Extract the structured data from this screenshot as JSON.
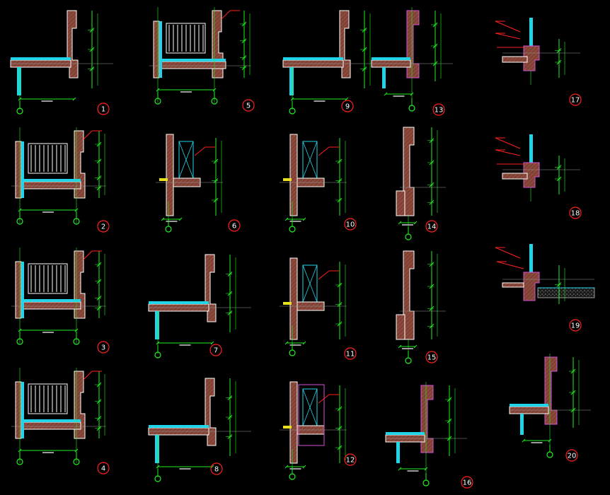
{
  "drawing": {
    "colors": {
      "background": "#000000",
      "line_green": "#22ee22",
      "wall_brown": "#8b4a3c",
      "magenta": "#d94fd9",
      "cyan": "#22d4e8",
      "white": "#ffffff",
      "red": "#ff2020",
      "grey": "#9a9a9a",
      "yellow": "#e8e020"
    },
    "details": [
      {
        "number": "1",
        "variant": "parapet-slab"
      },
      {
        "number": "2",
        "variant": "railing"
      },
      {
        "number": "3",
        "variant": "railing"
      },
      {
        "number": "4",
        "variant": "railing"
      },
      {
        "number": "5",
        "variant": "railing-wide"
      },
      {
        "number": "6",
        "variant": "window"
      },
      {
        "number": "7",
        "variant": "parapet-slab"
      },
      {
        "number": "8",
        "variant": "parapet-slab"
      },
      {
        "number": "9",
        "variant": "parapet-slab"
      },
      {
        "number": "10",
        "variant": "window"
      },
      {
        "number": "11",
        "variant": "window"
      },
      {
        "number": "12",
        "variant": "window-magenta"
      },
      {
        "number": "13",
        "variant": "magenta-parapet"
      },
      {
        "number": "14",
        "variant": "tall-wall"
      },
      {
        "number": "15",
        "variant": "tall-wall"
      },
      {
        "number": "16",
        "variant": "magenta-parapet"
      },
      {
        "number": "17",
        "variant": "magenta-small"
      },
      {
        "number": "18",
        "variant": "magenta-small"
      },
      {
        "number": "19",
        "variant": "ground"
      },
      {
        "number": "20",
        "variant": "magenta-parapet"
      }
    ]
  }
}
